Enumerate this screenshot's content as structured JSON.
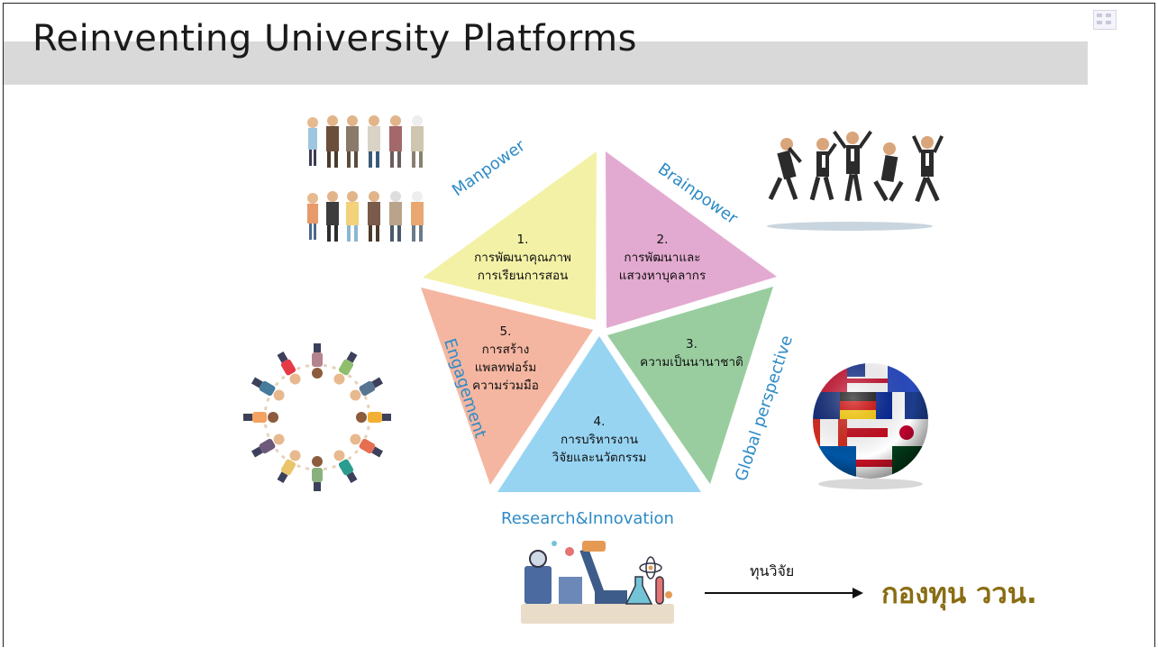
{
  "slide": {
    "title": "Reinventing University Platforms"
  },
  "diagram": {
    "sectors": [
      {
        "number": "1.",
        "line1": "การพัฒนาคุณภาพ",
        "line2": "การเรียนการสอน",
        "line3": "",
        "category": "Manpower",
        "color": "#f3f1a6"
      },
      {
        "number": "2.",
        "line1": "การพัฒนาและ",
        "line2": "แสวงหาบุคลากร",
        "line3": "",
        "category": "Brainpower",
        "color": "#e3aad1"
      },
      {
        "number": "3.",
        "line1": "ความเป็นนานาชาติ",
        "line2": "",
        "line3": "",
        "category": "Global perspective",
        "color": "#99cd9f"
      },
      {
        "number": "4.",
        "line1": "การบริหารงาน",
        "line2": "วิจัยและนวัตกรรม",
        "line3": "",
        "category": "Research&Innovation",
        "color": "#97d4f2"
      },
      {
        "number": "5.",
        "line1": "การสร้าง",
        "line2": "แพลทฟอร์ม",
        "line3": "ความร่วมมือ",
        "category": "Engagement",
        "color": "#f5b6a1"
      }
    ],
    "label_color": "#2e8bc6"
  },
  "funding": {
    "arrow_label": "ทุนวิจัย",
    "target": "กองทุน ววน.",
    "target_color": "#8a6d12"
  },
  "illustrations": {
    "people_group": "people-group-illustration",
    "jumping_business": "jumping-business-people-illustration",
    "children_circle": "children-circle-illustration",
    "flags_globe": "flags-globe-illustration",
    "science_lab": "science-lab-illustration"
  }
}
